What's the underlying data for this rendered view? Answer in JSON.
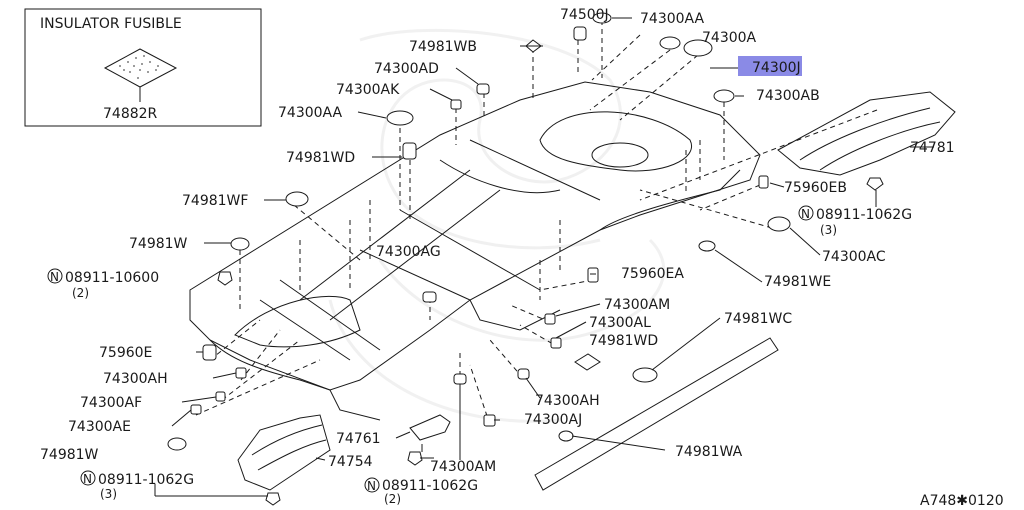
{
  "legend_box": {
    "title": "INSULATOR FUSIBLE",
    "part": "74882R"
  },
  "parts": {
    "p74500J": "74500J",
    "p74300AA_top": "74300AA",
    "p74300A": "74300A",
    "p74300J": "74300J",
    "p74981WB": "74981WB",
    "p74300AD": "74300AD",
    "p74300AK": "74300AK",
    "p74300AA_left": "74300AA",
    "p74300AB": "74300AB",
    "p74981WD_top": "74981WD",
    "p74781": "74781",
    "p75960EB": "75960EB",
    "p08911_1062G_right": "08911-1062G",
    "p74300AC": "74300AC",
    "p74981WF": "74981WF",
    "p74981W_left": "74981W",
    "p08911_10600": "08911-10600",
    "p74300AG": "74300AG",
    "p75960EA": "75960EA",
    "p74981WE": "74981WE",
    "p74300AM_right": "74300AM",
    "p74300AL": "74300AL",
    "p74981WD_mid": "74981WD",
    "p74981WC": "74981WC",
    "p75960E": "75960E",
    "p74300AH_left": "74300AH",
    "p74300AF": "74300AF",
    "p74300AE": "74300AE",
    "p74981W_bottom": "74981W",
    "p74761": "74761",
    "p74754": "74754",
    "p74300AH_right": "74300AH",
    "p74300AJ": "74300AJ",
    "p74981WA": "74981WA",
    "p74300AM_bottom": "74300AM",
    "p08911_1062G_bottomleft": "08911-1062G",
    "p08911_1062G_bottommid": "08911-1062G"
  },
  "quantities": {
    "q_right": "(3)",
    "q_10600": "(2)",
    "q_bottomleft": "(3)",
    "q_bottommid": "(2)"
  },
  "marker": "N",
  "diagram_code": "A748✱0120",
  "highlight_color": "#8a8ae6"
}
